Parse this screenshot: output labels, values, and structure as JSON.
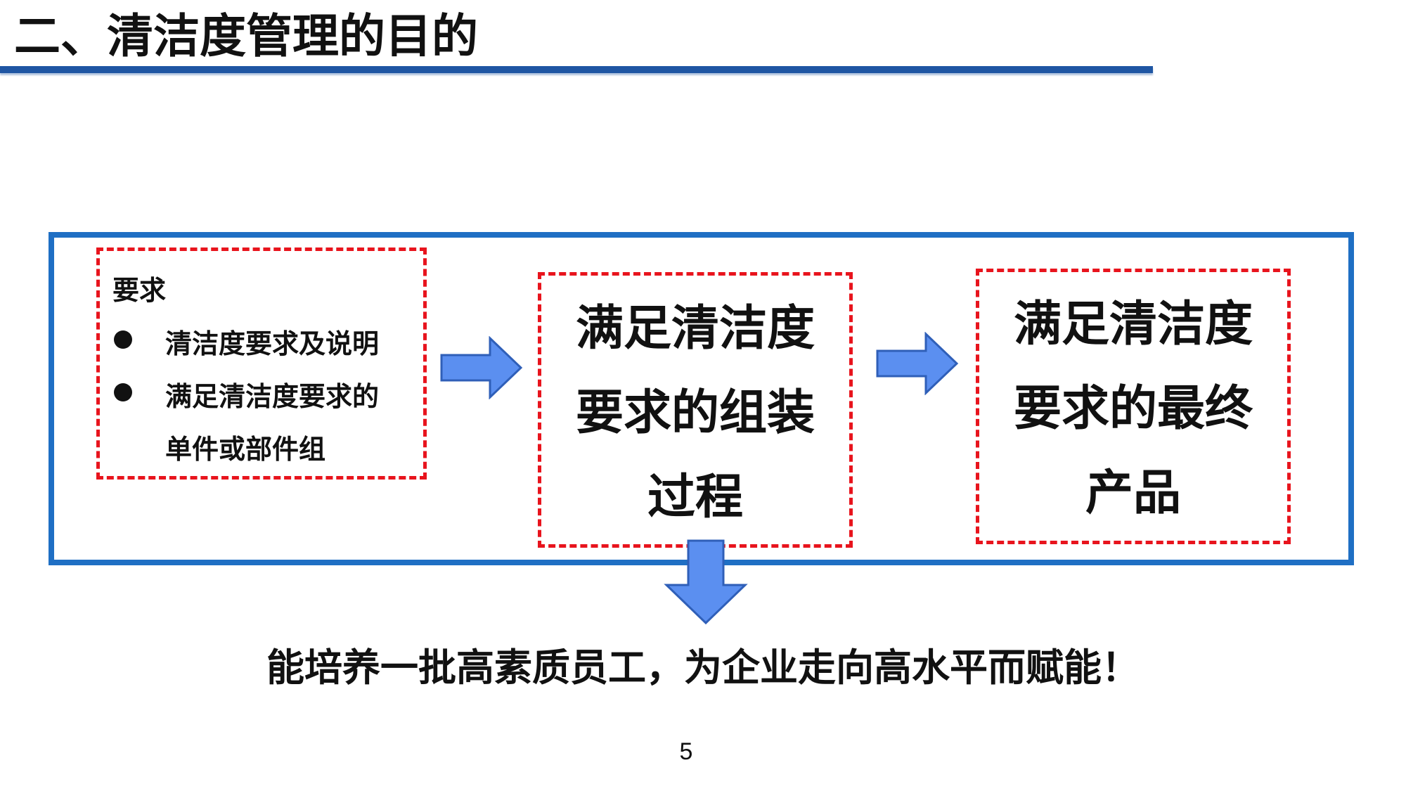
{
  "slide": {
    "title": "二、清洁度管理的目的",
    "page_number": "5"
  },
  "requirements": {
    "heading": "要求",
    "items": [
      "清洁度要求及说明",
      "满足清洁度要求的",
      "单件或部件组"
    ]
  },
  "middle_box": {
    "lines": [
      "满足清洁度",
      "要求的组装",
      "过程"
    ]
  },
  "right_box": {
    "lines": [
      "满足清洁度",
      "要求的最终",
      "产品"
    ]
  },
  "conclusion": "能培养一批高素质员工，为企业走向高水平而赋能！",
  "colors": {
    "title_rule": "#1f56a3",
    "frame_border": "#1f6fc4",
    "dashed_border": "#e8141d",
    "arrow_fill": "#5b8ff0",
    "arrow_stroke": "#2f5fb8"
  },
  "icons": {
    "arrow_right_1": "arrow-right-icon",
    "arrow_right_2": "arrow-right-icon",
    "arrow_down": "arrow-down-icon",
    "bullet": "filled-circle-icon"
  }
}
